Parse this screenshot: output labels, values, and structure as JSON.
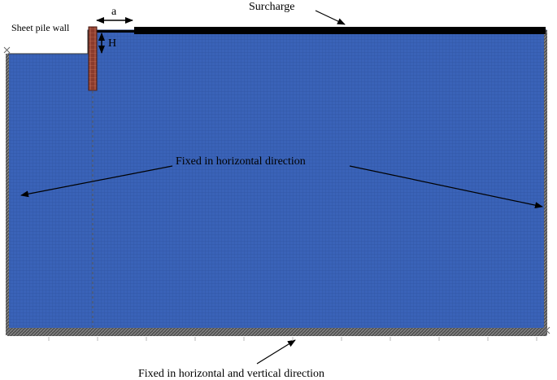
{
  "labels": {
    "sheet_pile_wall": "Sheet pile wall",
    "a": "a",
    "H": "H",
    "surcharge": "Surcharge",
    "fixed_horizontal": "Fixed in horizontal direction",
    "fixed_both": "Fixed in horizontal and vertical direction"
  },
  "colors": {
    "soil_mesh": "#3a63b8",
    "mesh_line": "#2c4e9a",
    "surcharge": "#000000",
    "sheet_pile": "#7a3a2a",
    "boundary": "#3a3a3a"
  }
}
